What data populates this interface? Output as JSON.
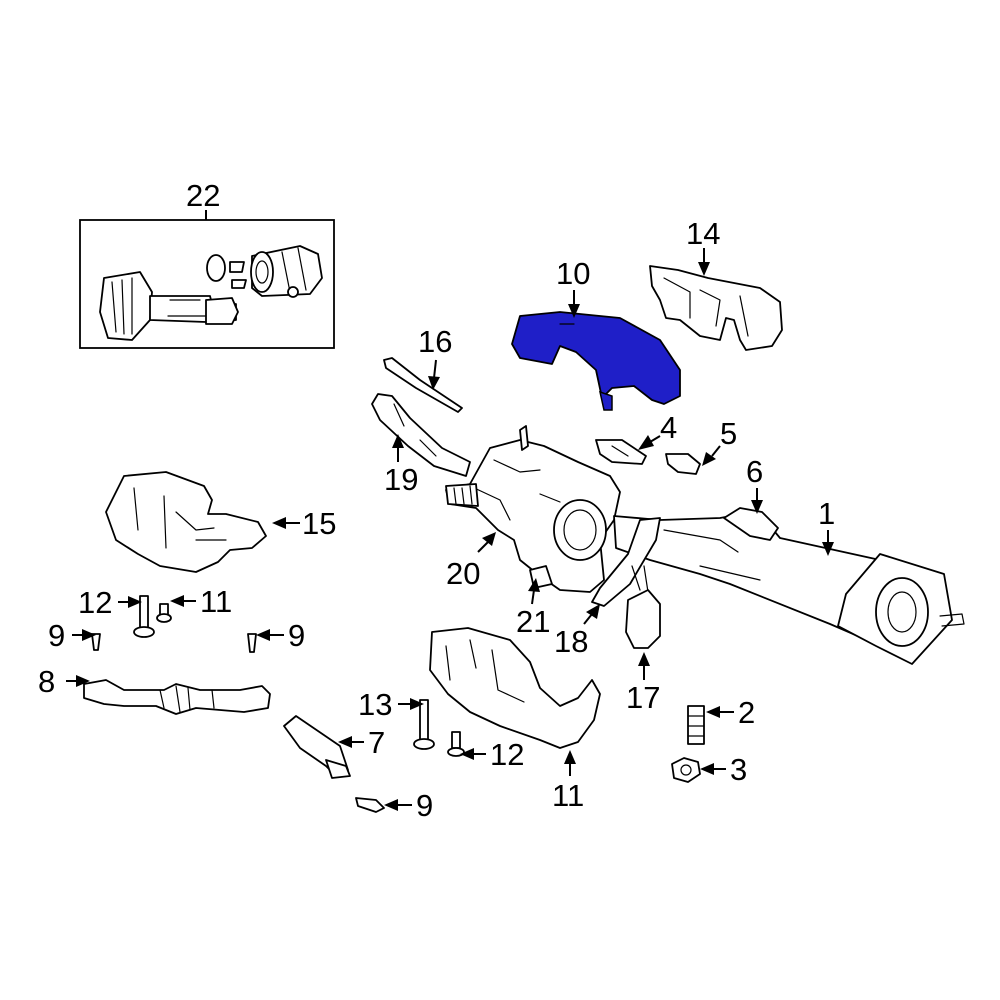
{
  "highlight_color": "#1f1fc8",
  "highlighted_part": "10",
  "callouts": {
    "c1": "1",
    "c2": "2",
    "c3": "3",
    "c4": "4",
    "c5": "5",
    "c6": "6",
    "c7": "7",
    "c8": "8",
    "c9a": "9",
    "c9b": "9",
    "c9c": "9",
    "c10": "10",
    "c11a": "11",
    "c11b": "11",
    "c12a": "12",
    "c12b": "12",
    "c13": "13",
    "c14": "14",
    "c15": "15",
    "c16": "16",
    "c17": "17",
    "c18": "18",
    "c19": "19",
    "c20": "20",
    "c21": "21",
    "c22": "22"
  }
}
